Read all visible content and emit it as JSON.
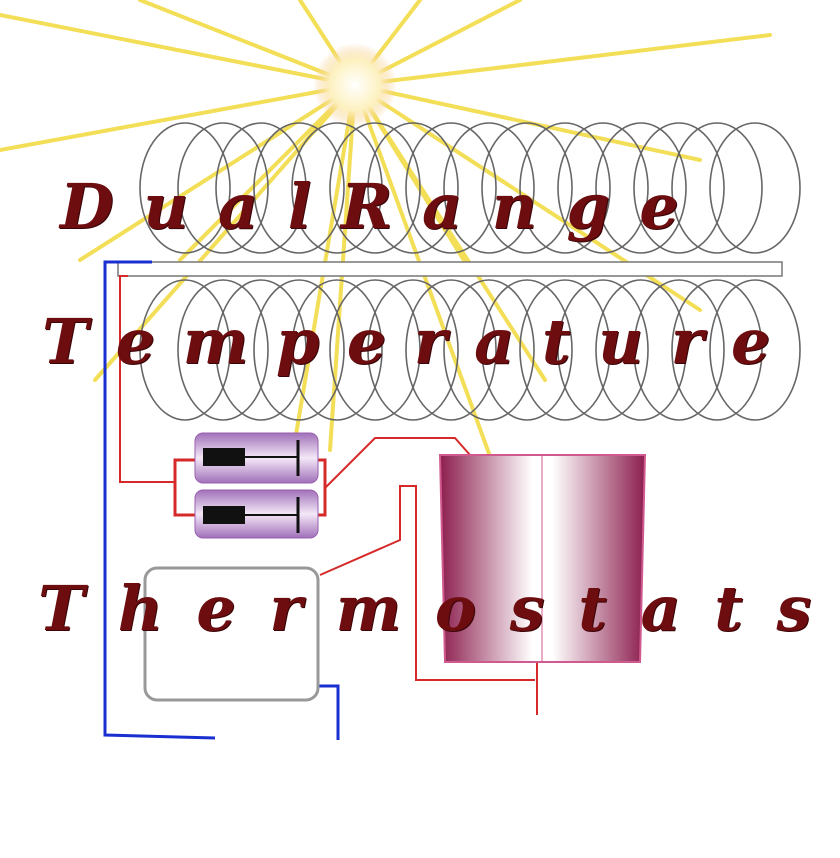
{
  "title": {
    "line1": "D u a l   R a n g e",
    "line2": "T e m p e r a t u r e",
    "line3": "T h e r m o s t a t s"
  },
  "colors": {
    "text": "#6e0d10",
    "sun_rays": "#f2d93a",
    "coil": "#666666",
    "wire_blue": "#1a2fcf",
    "wire_red": "#d62a2a",
    "cup": "#9b2a5a",
    "capsule": "#b58ac8"
  }
}
